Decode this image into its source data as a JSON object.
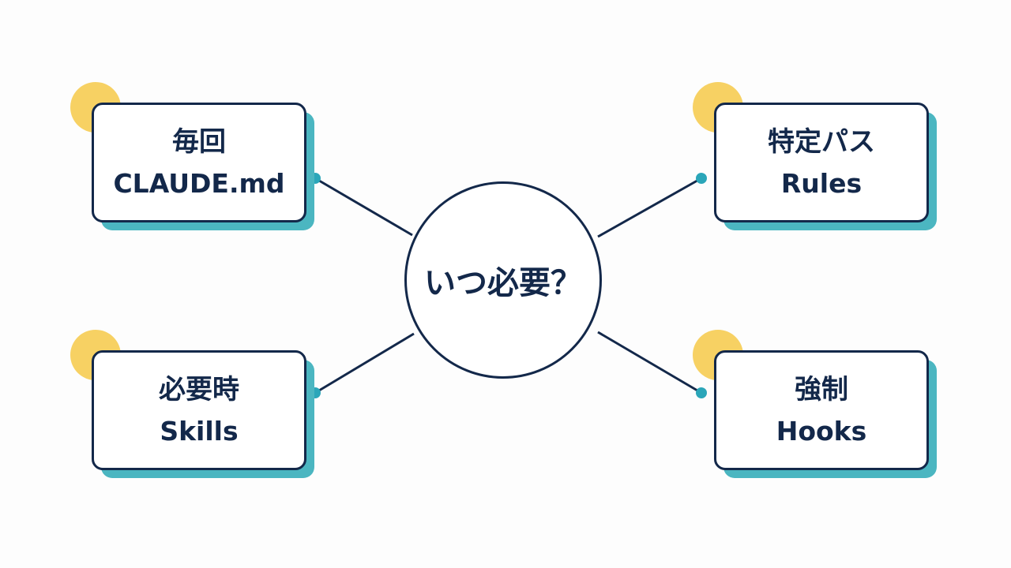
{
  "center": {
    "label": "いつ必要？"
  },
  "nodes": {
    "top_left": {
      "title": "毎回",
      "subtitle": "CLAUDE.md"
    },
    "top_right": {
      "title": "特定パス",
      "subtitle": "Rules"
    },
    "bottom_left": {
      "title": "必要時",
      "subtitle": "Skills"
    },
    "bottom_right": {
      "title": "強制",
      "subtitle": "Hooks"
    }
  },
  "colors": {
    "ink": "#13284a",
    "accent_teal": "#4bb6c1",
    "accent_yellow": "#f7d163",
    "connector_dot": "#2ba6b9",
    "background": "#fdfdfd"
  }
}
